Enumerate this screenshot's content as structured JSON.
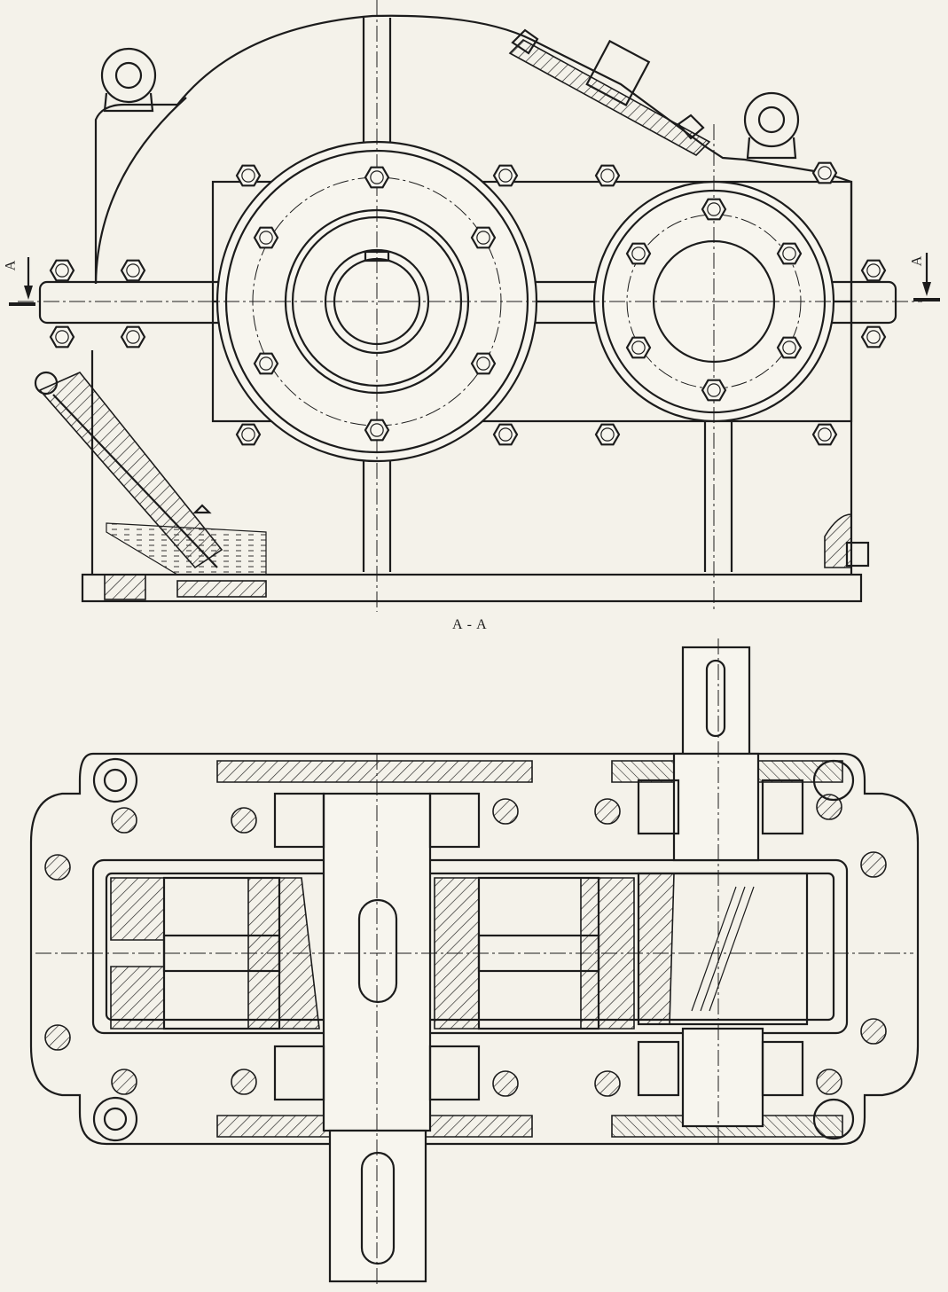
{
  "labels": {
    "section_mark_left": "A",
    "section_mark_right": "A",
    "section_title": "A - A"
  },
  "colors": {
    "ink": "#1c1c1c",
    "paper": "#f4f2ea"
  }
}
